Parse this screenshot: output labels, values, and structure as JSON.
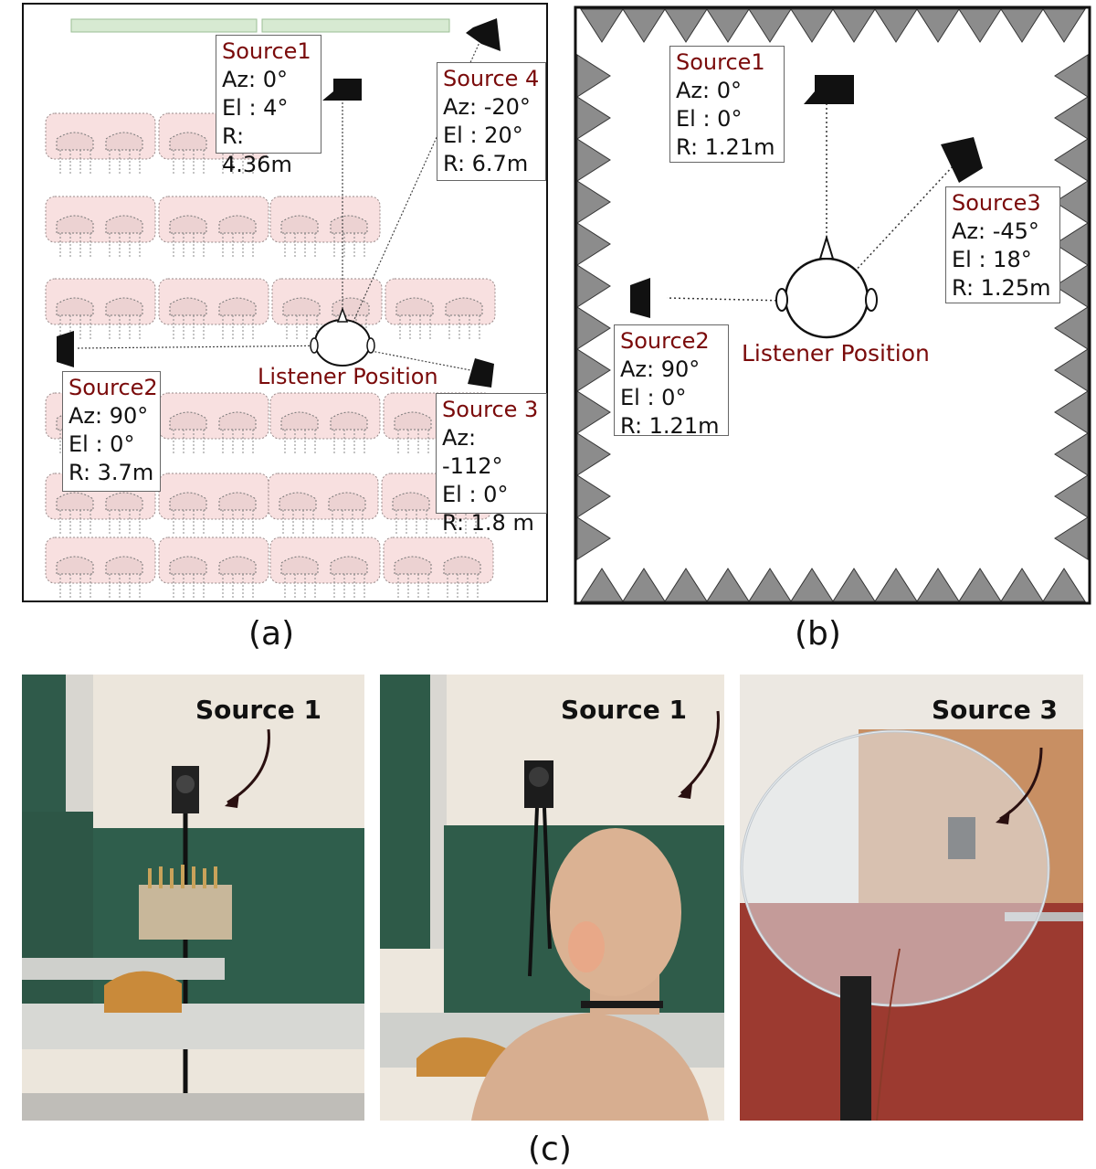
{
  "panel_a": {
    "caption": "(a)",
    "listener": "Listener Position",
    "sources": [
      {
        "title": "Source1",
        "az": "Az: 0°",
        "el": "El : 4°",
        "r": "R: 4.36m"
      },
      {
        "title": "Source 4",
        "az": "Az: -20°",
        "el": "El : 20°",
        "r": "R: 6.7m"
      },
      {
        "title": "Source2",
        "az": "Az: 90°",
        "el": "El : 0°",
        "r": "R: 3.7m"
      },
      {
        "title": "Source 3",
        "az": "Az: -112°",
        "el": "El : 0°",
        "r": "R: 1.8 m"
      }
    ]
  },
  "panel_b": {
    "caption": "(b)",
    "listener": "Listener Position",
    "sources": [
      {
        "title": "Source1",
        "az": "Az: 0°",
        "el": "El : 0°",
        "r": "R: 1.21m"
      },
      {
        "title": "Source3",
        "az": "Az: -45°",
        "el": "El : 18°",
        "r": "R: 1.25m"
      },
      {
        "title": "Source2",
        "az": "Az: 90°",
        "el": "El : 0°",
        "r": "R: 1.21m"
      }
    ]
  },
  "panel_c": {
    "caption": "(c)",
    "photos": [
      {
        "label": "Source 1"
      },
      {
        "label": "Source 1"
      },
      {
        "label": "Source 3"
      }
    ]
  },
  "colors": {
    "label_title": "#7a0a0a",
    "seat_fill": "#f8e0e0",
    "board_green": "#d7ead2",
    "wedge_gray": "#8c8c8c"
  }
}
